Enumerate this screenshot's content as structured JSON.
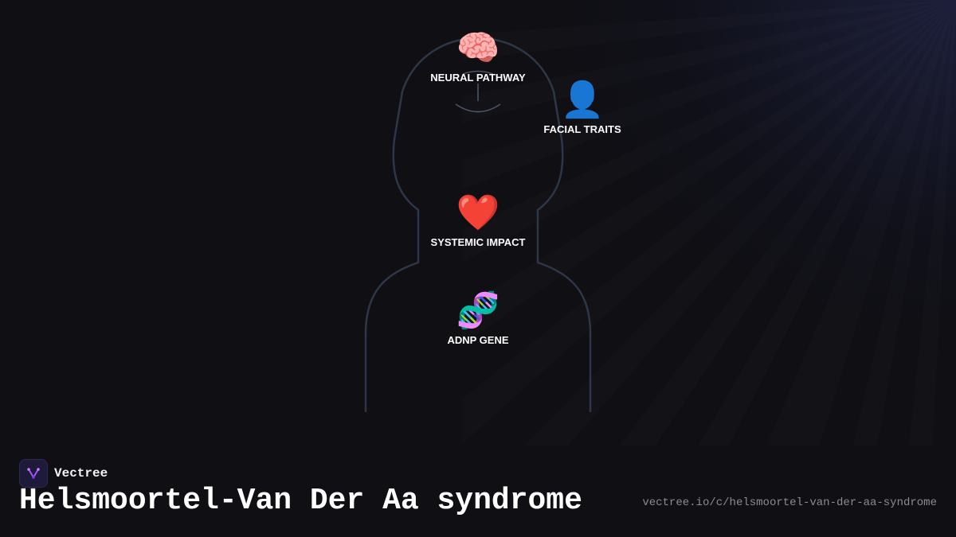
{
  "diagram": {
    "nodes": [
      {
        "id": "neural",
        "icon": "brain-icon",
        "emoji": "🧠",
        "label": "NEURAL PATHWAY"
      },
      {
        "id": "facial",
        "icon": "person-icon",
        "emoji": "👤",
        "label": "FACIAL TRAITS"
      },
      {
        "id": "systemic",
        "icon": "heart-icon",
        "emoji": "❤️",
        "label": "SYSTEMIC IMPACT"
      },
      {
        "id": "gene",
        "icon": "dna-icon",
        "emoji": "🧬",
        "label": "ADNP GENE"
      }
    ],
    "outline_color": "#2d3748",
    "face_color": "#4a5568"
  },
  "brand": {
    "name": "Vectree",
    "logo_icon": "vectree-logo-icon",
    "logo_color": "#a855f7"
  },
  "title": "Helsmoortel-Van Der Aa syndrome",
  "url": "vectree.io/c/helsmoortel-van-der-aa-syndrome",
  "colors": {
    "background": "#0f0f14",
    "text": "#ffffff",
    "muted": "#8b8b93"
  }
}
